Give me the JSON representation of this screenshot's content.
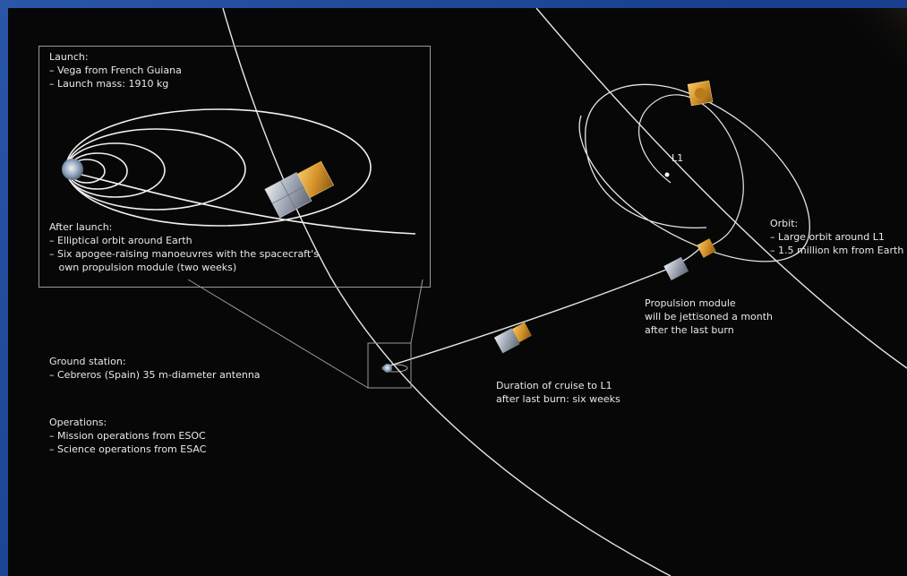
{
  "launch": {
    "heading": "Launch:",
    "items": [
      "– Vega from French Guiana",
      "– Launch mass: 1910 kg"
    ]
  },
  "after_launch": {
    "heading": "After launch:",
    "items": [
      "– Elliptical orbit around Earth",
      "– Six apogee-raising manoeuvres with the spacecraft's",
      "   own propulsion module (two weeks)"
    ]
  },
  "ground_station": {
    "heading": "Ground station:",
    "items": [
      "– Cebreros (Spain) 35 m-diameter antenna"
    ]
  },
  "operations": {
    "heading": "Operations:",
    "items": [
      "– Mission operations from ESOC",
      "– Science operations from ESAC"
    ]
  },
  "cruise": {
    "lines": [
      "Duration of cruise to L1",
      "after last burn: six weeks"
    ]
  },
  "propulsion": {
    "lines": [
      "Propulsion module",
      "will be jettisoned a month",
      "after the last burn"
    ]
  },
  "orbit": {
    "heading": "Orbit:",
    "items": [
      "– Large orbit around L1",
      "– 1.5 million km from Earth"
    ]
  },
  "l1_label": "L1",
  "colors": {
    "frame": "#1c3f8c",
    "space": "#070708",
    "orbit_line": "#e6e6e6",
    "spacecraft_gold": "#d79a2b",
    "spacecraft_silver": "#a9b0bd",
    "sun_glow": "#f4e6b8"
  }
}
